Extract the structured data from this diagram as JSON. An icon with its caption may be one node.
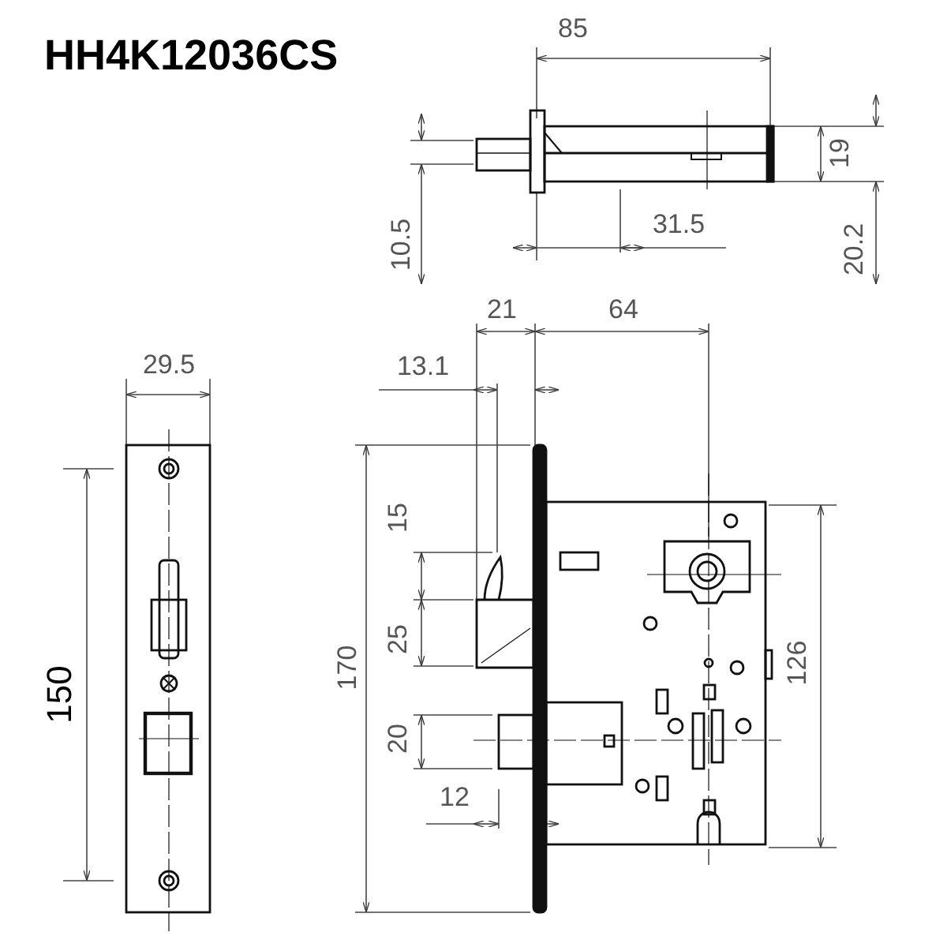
{
  "diagram": {
    "title": "HH4K12036CS",
    "labels": [
      "85",
      "19",
      "10.5",
      "31.5",
      "20.2",
      "29.5",
      "21",
      "64",
      "13.1",
      "15",
      "25",
      "170",
      "126",
      "150",
      "20",
      "12"
    ]
  }
}
